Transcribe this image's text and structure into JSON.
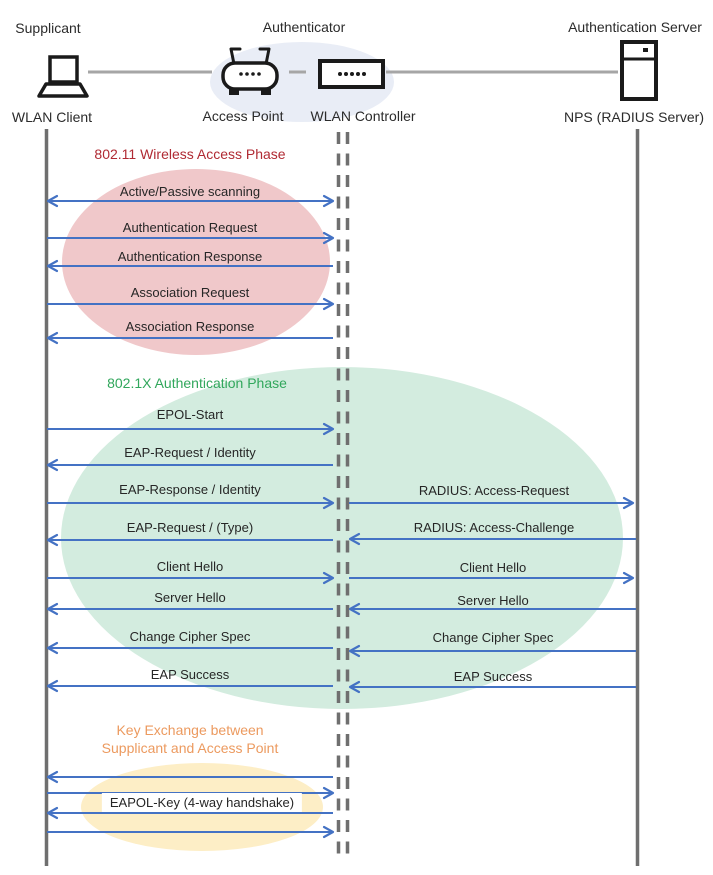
{
  "actors": {
    "supplicant": {
      "role": "Supplicant",
      "device": "WLAN Client"
    },
    "authenticator": {
      "role": "Authenticator",
      "devices": [
        {
          "name": "Access Point"
        },
        {
          "name": "WLAN Controller"
        }
      ]
    },
    "authentication_server": {
      "role": "Authentication Server",
      "device": "NPS (RADIUS Server)"
    }
  },
  "phases": {
    "phase1": {
      "title": "802.11 Wireless Access Phase",
      "title_color": "#b02a33",
      "ellipse_fill": "#f0c8ca"
    },
    "phase2": {
      "title": "802.1X Authentication Phase",
      "title_color": "#31a75c",
      "ellipse_fill": "#d3ecdf"
    },
    "phase3": {
      "title_line1": "Key Exchange between",
      "title_line2": "Supplicant and Access Point",
      "title_color": "#ec9a5f",
      "ellipse_fill": "#fdeec6"
    }
  },
  "messages": {
    "scanning": {
      "label": "Active/Passive scanning",
      "between": [
        "WLAN Client",
        "WLAN Controller"
      ],
      "direction": "both"
    },
    "auth_request": {
      "label": "Authentication Request",
      "between": [
        "WLAN Client",
        "WLAN Controller"
      ],
      "direction": "right"
    },
    "auth_response": {
      "label": "Authentication Response",
      "between": [
        "WLAN Client",
        "WLAN Controller"
      ],
      "direction": "left"
    },
    "assoc_request": {
      "label": "Association Request",
      "between": [
        "WLAN Client",
        "WLAN Controller"
      ],
      "direction": "right"
    },
    "assoc_response": {
      "label": "Association Response",
      "between": [
        "WLAN Client",
        "WLAN Controller"
      ],
      "direction": "left"
    },
    "epol_start": {
      "label": "EPOL-Start",
      "between": [
        "WLAN Client",
        "WLAN Controller"
      ],
      "direction": "right"
    },
    "eap_request_identity": {
      "label": "EAP-Request / Identity",
      "between": [
        "WLAN Client",
        "WLAN Controller"
      ],
      "direction": "left"
    },
    "eap_response_identity": {
      "label": "EAP-Response / Identity",
      "between": [
        "WLAN Client",
        "WLAN Controller"
      ],
      "direction": "right"
    },
    "radius_access_request": {
      "label": "RADIUS: Access-Request",
      "between": [
        "WLAN Controller",
        "NPS (RADIUS Server)"
      ],
      "direction": "right"
    },
    "eap_request_type": {
      "label": "EAP-Request / (Type)",
      "between": [
        "WLAN Client",
        "WLAN Controller"
      ],
      "direction": "left"
    },
    "radius_access_challenge": {
      "label": "RADIUS: Access-Challenge",
      "between": [
        "WLAN Controller",
        "NPS (RADIUS Server)"
      ],
      "direction": "left"
    },
    "client_hello_left": {
      "label": "Client Hello",
      "between": [
        "WLAN Client",
        "WLAN Controller"
      ],
      "direction": "right"
    },
    "client_hello_right": {
      "label": "Client Hello",
      "between": [
        "WLAN Controller",
        "NPS (RADIUS Server)"
      ],
      "direction": "right"
    },
    "server_hello_left": {
      "label": "Server Hello",
      "between": [
        "WLAN Client",
        "WLAN Controller"
      ],
      "direction": "left"
    },
    "server_hello_right": {
      "label": "Server Hello",
      "between": [
        "WLAN Controller",
        "NPS (RADIUS Server)"
      ],
      "direction": "left"
    },
    "change_cipher_left": {
      "label": "Change Cipher Spec",
      "between": [
        "WLAN Client",
        "WLAN Controller"
      ],
      "direction": "left"
    },
    "change_cipher_right": {
      "label": "Change Cipher Spec",
      "between": [
        "WLAN Controller",
        "NPS (RADIUS Server)"
      ],
      "direction": "left"
    },
    "eap_success_left": {
      "label": "EAP Success",
      "between": [
        "WLAN Client",
        "WLAN Controller"
      ],
      "direction": "left"
    },
    "eap_success_right": {
      "label": "EAP Success",
      "between": [
        "WLAN Controller",
        "NPS (RADIUS Server)"
      ],
      "direction": "left"
    },
    "eapol_key": {
      "label": "EAPOL-Key (4-way handshake)",
      "between": [
        "WLAN Client",
        "WLAN Controller"
      ],
      "direction": "both"
    }
  },
  "colors": {
    "arrow": "#4472c4",
    "lifeline": "#6f6f6f",
    "connector": "#a6a6a6",
    "icon": "#1a1a1a",
    "authenticator_ellipse": "#e9edf6"
  }
}
